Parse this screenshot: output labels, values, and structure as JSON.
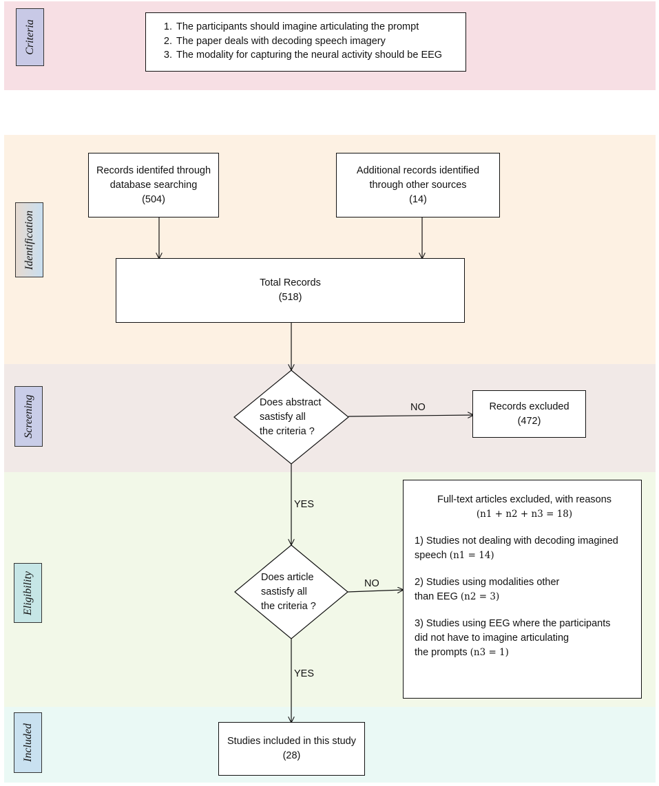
{
  "stages": {
    "criteria": "Criteria",
    "identification": "Identification",
    "screening": "Screening",
    "eligibility": "Eligibility",
    "included": "Included"
  },
  "criteria_list": [
    "The participants should imagine articulating the prompt",
    "The paper deals with decoding speech imagery",
    "The modality for capturing the neural activity should be EEG"
  ],
  "identification": {
    "database": {
      "line1": "Records identifed through",
      "line2": "database searching",
      "count": "(504)"
    },
    "other": {
      "line1": "Additional records identified",
      "line2": "through other sources",
      "count": "(14)"
    },
    "total": {
      "label": "Total Records",
      "count": "(518)"
    }
  },
  "screening": {
    "decision": {
      "line1": "Does abstract",
      "line2": "sastisfy all",
      "line3": "the criteria ?"
    },
    "no_label": "NO",
    "yes_label": "YES",
    "excluded": {
      "label": "Records excluded",
      "count": "(472)"
    }
  },
  "eligibility": {
    "decision": {
      "line1": "Does article",
      "line2": "sastisfy all",
      "line3": "the criteria ?"
    },
    "no_label": "NO",
    "yes_label": "YES",
    "fulltext": {
      "heading": "Full-text articles excluded, with reasons",
      "total_formula": "(n1 + n2 + n3  =  18)",
      "reason1_line1": "1) Studies not dealing with decoding  imagined",
      "reason1_line2": "speech",
      "reason1_formula": "(n1 =  14)",
      "reason2_line1": "2) Studies using modalities other",
      "reason2_line2": "than EEG",
      "reason2_formula": "(n2 =  3)",
      "reason3_line1": "3) Studies using EEG where the  participants",
      "reason3_line2": "did not have to imagine articulating",
      "reason3_line3": "the prompts",
      "reason3_formula": "(n3 =  1)"
    }
  },
  "included": {
    "label": "Studies included in this study",
    "count": "(28)"
  }
}
